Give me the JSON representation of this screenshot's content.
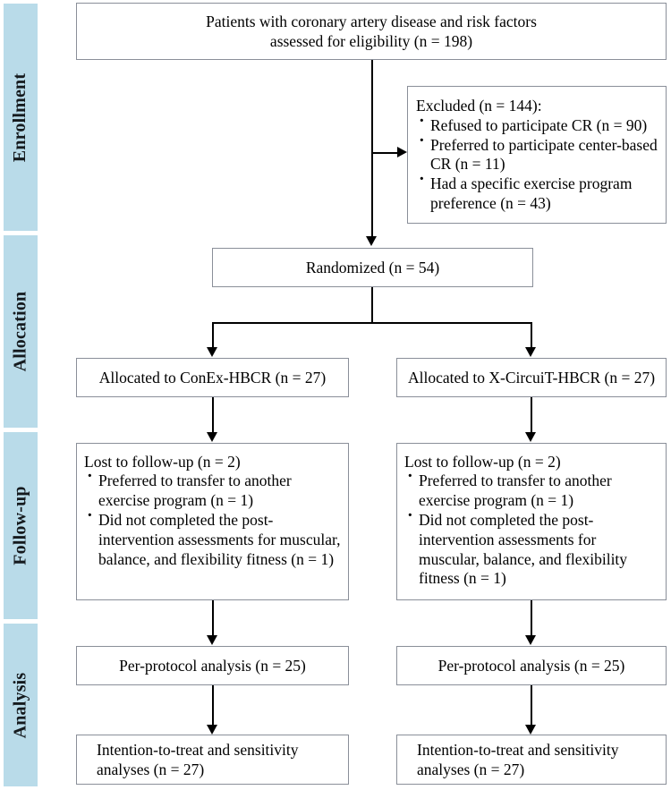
{
  "diagram": {
    "type": "CONSORT flow diagram",
    "accent_color": "#b9dbe9",
    "box_border_color": "#8a8f99",
    "connector_color": "#000000"
  },
  "phases": [
    {
      "key": "enrollment",
      "label": "Enrollment"
    },
    {
      "key": "allocation",
      "label": "Allocation"
    },
    {
      "key": "followup",
      "label": "Follow-up"
    },
    {
      "key": "analysis",
      "label": "Analysis"
    }
  ],
  "nodes": {
    "eligibility": {
      "line1": "Patients with coronary artery disease and risk factors",
      "line2": "assessed for eligibility (n = 198)"
    },
    "excluded": {
      "heading": "Excluded (n = 144):",
      "items": [
        "Refused to participate CR (n = 90)",
        "Preferred to participate center-based CR (n = 11)",
        "Had a specific exercise program preference (n = 43)"
      ]
    },
    "randomized": {
      "label": "Randomized (n = 54)"
    },
    "allocated_left": {
      "label": "Allocated to ConEx-HBCR (n = 27)"
    },
    "allocated_right": {
      "label": "Allocated to X-CircuiT-HBCR (n = 27)"
    },
    "lost_left": {
      "heading": "Lost to follow-up (n = 2)",
      "items": [
        "Preferred to transfer to another exercise program (n = 1)",
        "Did not completed  the post-intervention assessments for muscular, balance, and flexibility fitness (n = 1)"
      ]
    },
    "lost_right": {
      "heading": "Lost to follow-up (n = 2)",
      "items": [
        "Preferred to transfer to another exercise  program (n = 1)",
        "Did not completed  the post-intervention assessments for muscular, balance, and flexibility fitness (n = 1)"
      ]
    },
    "perprotocol_left": {
      "label": "Per-protocol analysis (n = 25)"
    },
    "perprotocol_right": {
      "label": "Per-protocol analysis (n = 25)"
    },
    "itt_left": {
      "line1": "Intention-to-treat and sensitivity",
      "line2": "analyses (n = 27)"
    },
    "itt_right": {
      "line1": "Intention-to-treat and sensitivity",
      "line2": "analyses (n = 27)"
    }
  }
}
